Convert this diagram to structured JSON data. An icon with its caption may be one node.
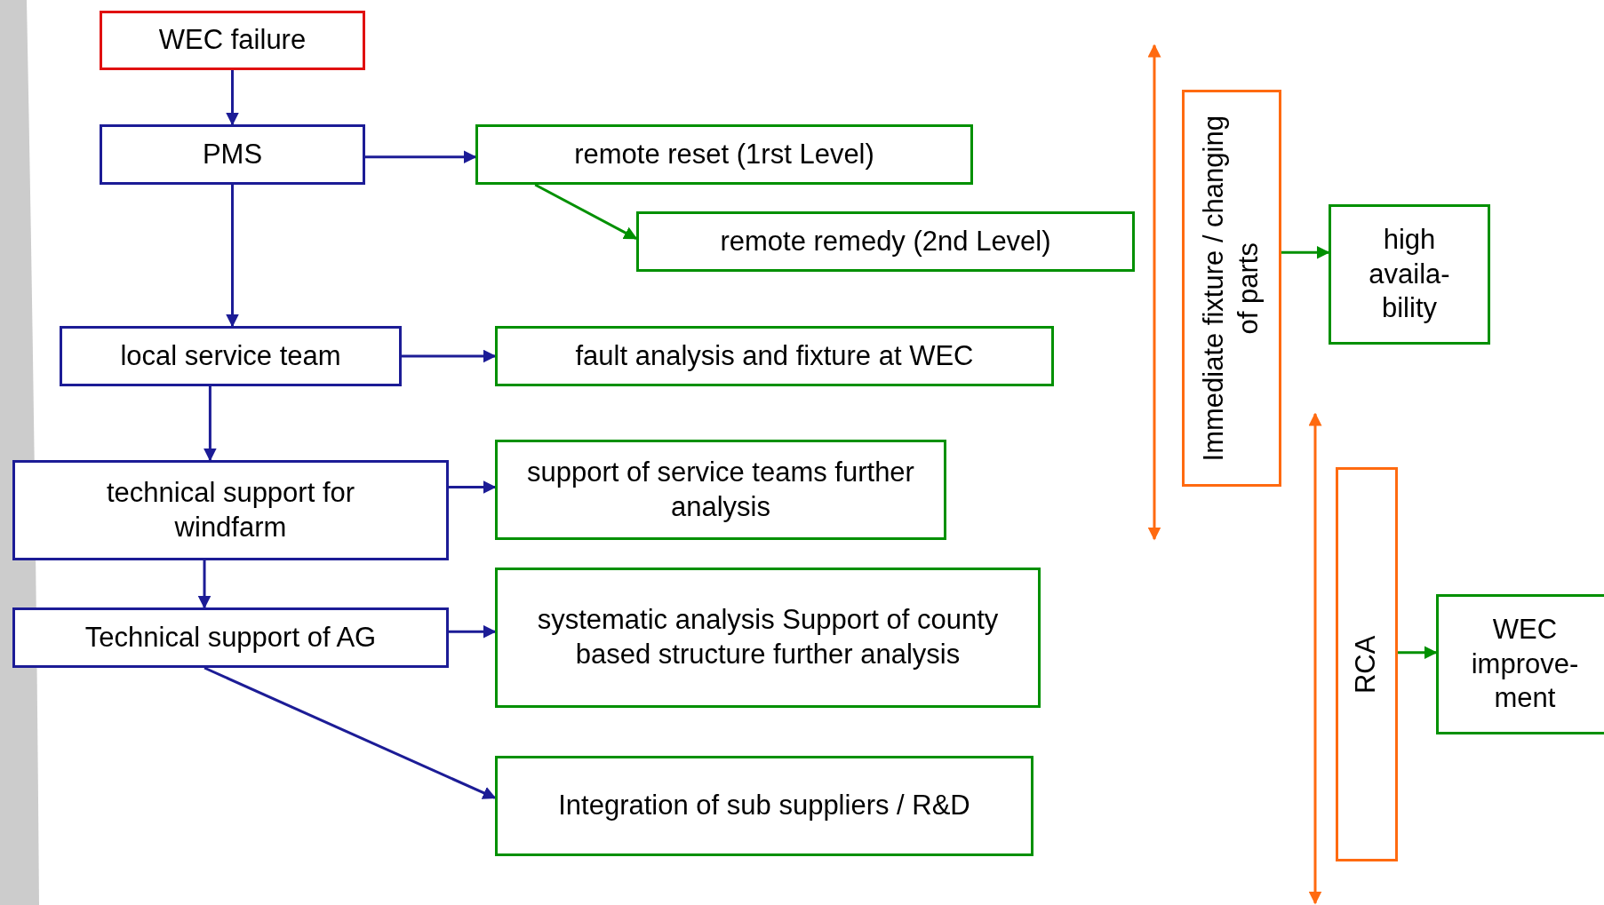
{
  "diagram": {
    "nodes": [
      {
        "text": [
          "WEC failure"
        ]
      },
      {
        "text": [
          "PMS"
        ]
      },
      {
        "text": [
          "remote reset (1rst Level)"
        ]
      },
      {
        "text": [
          "remote remedy (2nd Level)"
        ]
      },
      {
        "text": [
          "local service team"
        ]
      },
      {
        "text": [
          "fault analysis and fixture at WEC"
        ]
      },
      {
        "text": [
          "technical support for windfarm"
        ]
      },
      {
        "text": [
          "support of service teams further analysis"
        ]
      },
      {
        "text": [
          "Technical support of AG"
        ]
      },
      {
        "text": [
          "systematic analysis Support of county based structure further analysis"
        ]
      },
      {
        "text": [
          "Integration of sub suppliers / R&D"
        ]
      },
      {
        "text": [
          "Immediate fixture / changing of parts"
        ]
      },
      {
        "text": [
          "high availa- bility"
        ]
      },
      {
        "text": [
          "RCA"
        ]
      },
      {
        "text": [
          "WEC improve- ment"
        ]
      }
    ],
    "edges": [
      {
        "from": 0,
        "to": 1,
        "arrow": "to"
      },
      {
        "from": 1,
        "to": 2,
        "arrow": "to"
      },
      {
        "from": 2,
        "to": 3,
        "arrow": "to",
        "color": "#009000"
      },
      {
        "from": 1,
        "to": 4,
        "arrow": "to"
      },
      {
        "from": 4,
        "to": 5,
        "arrow": "to"
      },
      {
        "from": 4,
        "to": 6,
        "arrow": "to"
      },
      {
        "from": 6,
        "to": 7,
        "arrow": "to"
      },
      {
        "from": 6,
        "to": 8,
        "arrow": "to"
      },
      {
        "from": 8,
        "to": 9,
        "arrow": "to"
      },
      {
        "from": 8,
        "to": 10,
        "arrow": "to"
      },
      {
        "from": 11,
        "to": 12,
        "arrow": "to",
        "color": "#009000"
      },
      {
        "from": 13,
        "to": 14,
        "arrow": "to",
        "color": "#009000"
      }
    ]
  }
}
